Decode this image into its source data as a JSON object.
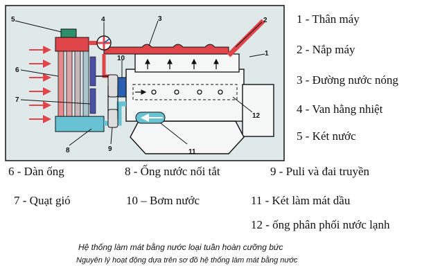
{
  "diagram": {
    "callouts": [
      "1",
      "2",
      "3",
      "4",
      "5",
      "6",
      "7",
      "8",
      "9",
      "10",
      "11",
      "12"
    ]
  },
  "legend": {
    "item1": "1 - Thân máy",
    "item2": "2 - Nắp máy",
    "item3": "3 - Đường nước nóng",
    "item4": "4 - Van hằng nhiệt",
    "item5": "5 - Két nước",
    "item6": "6 - Dàn ống",
    "item7": "7 - Quạt gió",
    "item8": "8 - Ống nước nối tắt",
    "item9": "9 - Puli và đai truyền",
    "item10": "10 – Bơm nước",
    "item11": "11 - Két làm mát dầu",
    "item12": "12 - ống phân phối nước lạnh"
  },
  "caption": {
    "title": "Hệ thống làm mát bằng nước loại tuần hoàn cưỡng bức",
    "subtitle": "Nguyên lý hoạt động dựa trên sơ đồ hệ thống làm mát bằng nước"
  },
  "colors": {
    "panel": "#dfe9ea",
    "hot": "#e0454a",
    "cold": "#69c2d4",
    "engine": "#f5f7f7",
    "fan": "#4b4fa5",
    "pump": "#2b5fb0",
    "radiator_cap": "#2f8f6b"
  }
}
